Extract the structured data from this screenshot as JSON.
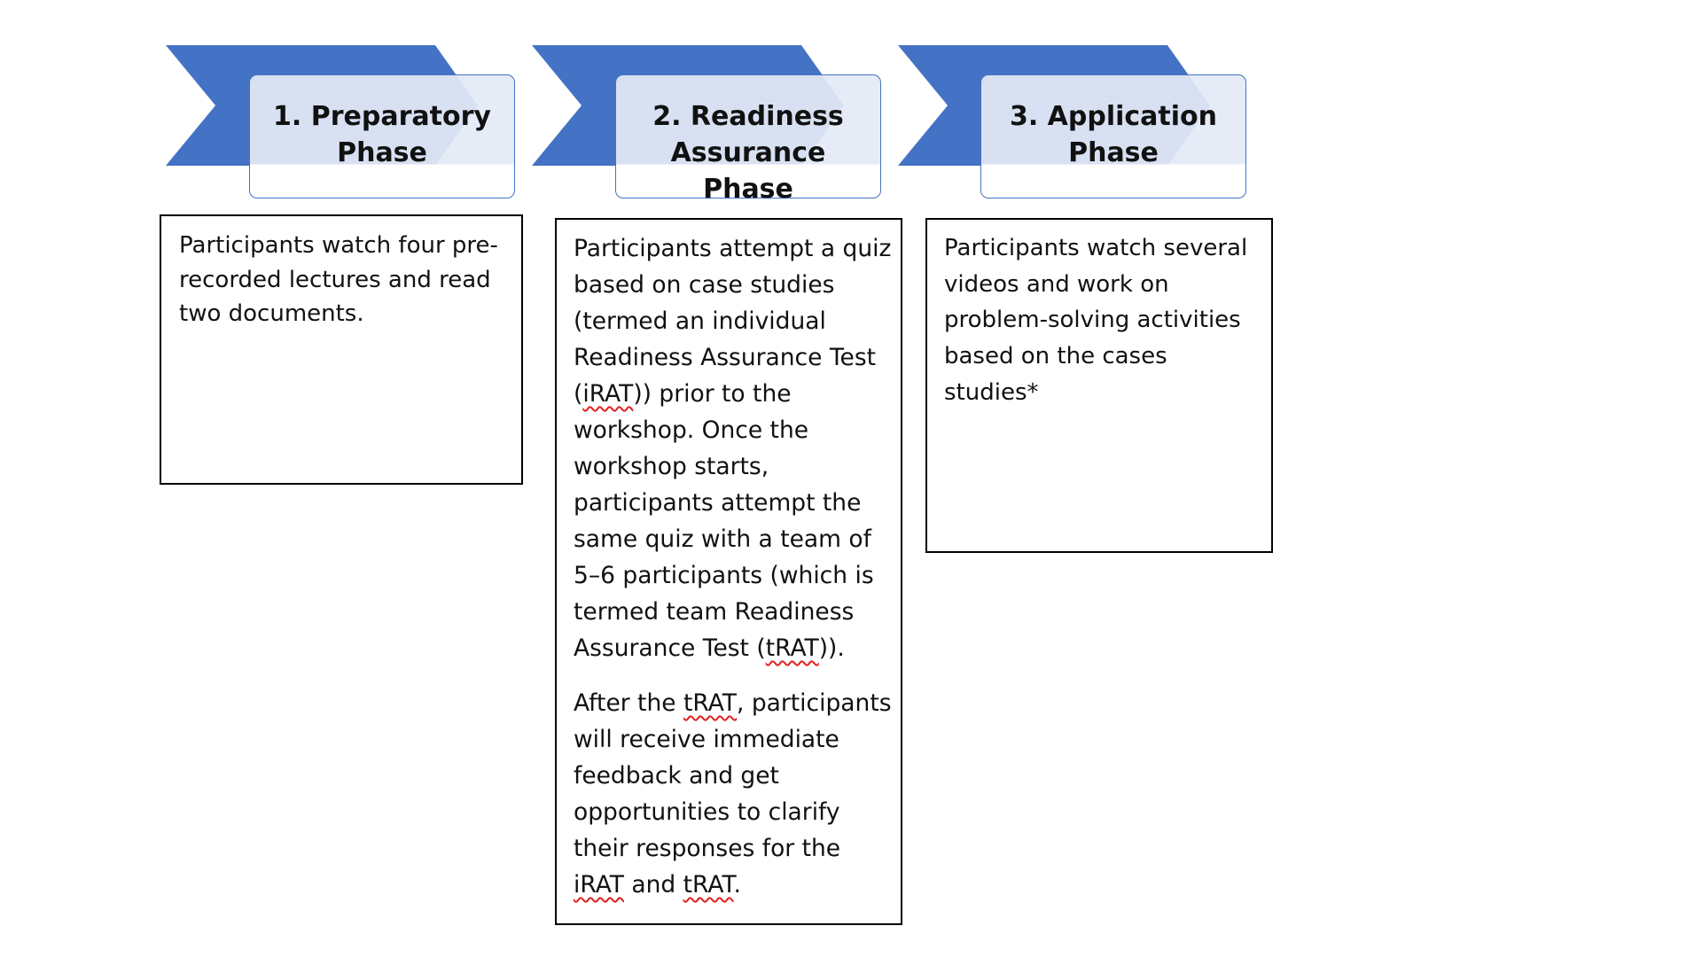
{
  "colors": {
    "chevron": "#4472c4",
    "header_fill": "#e4eaf6",
    "header_border": "#4472c4",
    "box_border": "#000000",
    "text": "#111111",
    "spellcheck": "#e02020"
  },
  "phases": [
    {
      "title": "1. Preparatory Phase",
      "description": {
        "paragraphs": [
          [
            {
              "text": "Participants watch four pre-recorded lectures and read two documents.",
              "flag": false
            }
          ]
        ]
      }
    },
    {
      "title": "2. Readiness Assurance Phase",
      "description": {
        "paragraphs": [
          [
            {
              "text": "Participants attempt a quiz based on case studies (termed an individual Readiness Assurance Test (",
              "flag": false
            },
            {
              "text": "iRAT",
              "flag": true
            },
            {
              "text": ")) prior to the workshop. Once the workshop starts, participants attempt the same quiz with a team of 5–6 participants (which is termed team Readiness Assurance Test (",
              "flag": false
            },
            {
              "text": "tRAT",
              "flag": true
            },
            {
              "text": ")).",
              "flag": false
            }
          ],
          [
            {
              "text": "After the ",
              "flag": false
            },
            {
              "text": "tRAT",
              "flag": true
            },
            {
              "text": ", participants will receive immediate feedback and get opportunities to clarify their responses for the ",
              "flag": false
            },
            {
              "text": "iRAT",
              "flag": true
            },
            {
              "text": " and ",
              "flag": false
            },
            {
              "text": "tRAT",
              "flag": true
            },
            {
              "text": ".",
              "flag": false
            }
          ]
        ]
      }
    },
    {
      "title": "3. Application Phase",
      "description": {
        "paragraphs": [
          [
            {
              "text": "Participants watch several videos and work on problem-solving activities based on the cases studies*",
              "flag": false
            }
          ]
        ]
      }
    }
  ]
}
